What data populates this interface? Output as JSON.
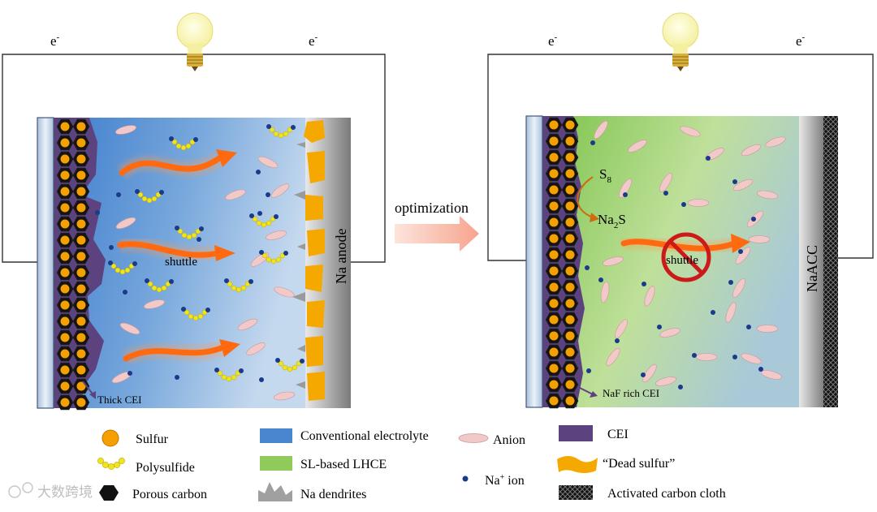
{
  "left_cell": {
    "electron_left": "e",
    "electron_right": "e",
    "electron_sup": "-",
    "shuttle_label": "shuttle",
    "anode_label": "Na anode",
    "cei_label": "Thick CEI"
  },
  "arrow_label": "optimization",
  "right_cell": {
    "electron_left": "e",
    "electron_right": "e",
    "electron_sup": "-",
    "s8_main": "S",
    "s8_sub": "8",
    "na2s_a": "Na",
    "na2s_sub": "2",
    "na2s_b": "S",
    "shuttle_label": "shuttle",
    "anode_label": "NaACC",
    "cei_label": "NaF rich CEI"
  },
  "legend": {
    "sulfur": "Sulfur",
    "polysulfide": "Polysulfide",
    "porous_carbon": "Porous carbon",
    "conventional": "Conventional electrolyte",
    "sl_lhce": "SL-based LHCE",
    "dendrites": "Na dendrites",
    "anion": "Anion",
    "na_ion_a": "Na",
    "na_ion_sup": "+",
    "na_ion_b": " ion",
    "cei": "CEI",
    "dead_sulfur": "“Dead sulfur”",
    "acc": "Activated carbon cloth"
  },
  "watermark": "大数跨境",
  "colors": {
    "conventional_blue": "#4a86d0",
    "lhce_green": "#8fcb5b",
    "cei_purple": "#5c4380",
    "sulfur_orange": "#f5a000",
    "polysulfide_yellow": "#f2e41c",
    "anion_pink": "#f2c9c9",
    "na_ion_blue": "#1a3a8a",
    "shuttle_orange": "#ff6a10",
    "prohibit_red": "#cc1a1a"
  }
}
